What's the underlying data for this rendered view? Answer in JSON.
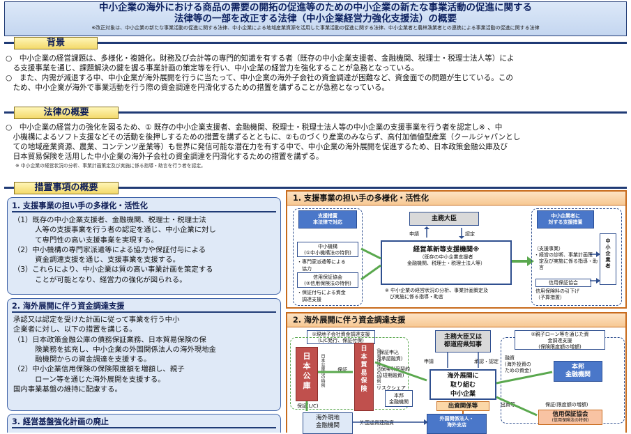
{
  "title": {
    "line1": "中小企業の海外における商品の需要の開拓の促進等のための中小企業の新たな事業活動の促進に関する",
    "line2": "法律等の一部を改正する法律（中小企業経営力強化支援法）の概要",
    "note": "※改正対象は、中小企業の新たな事業活動の促進に関する法律、中小企業による地域産業資源を活用した事業活動の促進に関する法律、中小企業者と農林漁業者との連携による事業活動の促進に関する法律"
  },
  "background": {
    "heading": "背景",
    "p1a": "○　中小企業の経営課題は、多様化・複雑化。財務及び会計等の専門的知識を有する者（既存の中小企業支援者、金融機関、税理士・税理士法人等）によ",
    "p1b": "　る支援事業を通じ、課題解決の鍵を握る事業計画の策定等を行い、中小企業の経営力を強化することが急務となっている。",
    "p2a": "○　また、内需が減退する中、中小企業が海外展開を行うに当たって、中小企業の海外子会社の資金調達が困難など、資金面での問題が生じている。この",
    "p2b": "　ため、中小企業が海外で事業活動を行う際の資金調達を円滑化するための措置を講ずることが急務となっている。"
  },
  "law": {
    "heading": "法律の概要",
    "p1": "○　中小企業の経営力の強化を図るため、① 既存の中小企業支援者、金融機関、税理士・税理士法人等の中小企業の支援事業を行う者を認定し※ 、中",
    "p2": "　小機構によるソフト支援などその活動を後押しするための措置を講ずるとともに、②ものづくり産業のみならず、高付加価値型産業（クールジャパンとし",
    "p3": "　ての地域産業資源、農業、コンテンツ産業等）も世界に発信可能な潜在力を有する中で、中小企業の海外展開を促進するため、日本政策金融公庫及び",
    "p4": "　日本貿易保険を活用した中小企業の海外子会社の資金調達を円滑化するための措置を講ずる。",
    "note": "※ 中小企業の経営状況の分析、事業計画策定及び実施に係る指導・助言を行う者を認定。"
  },
  "measures": {
    "heading": "措置事項の概要",
    "box1": {
      "title": "1. 支援事業の担い手の多様化・活性化",
      "l1": "（1）既存の中小企業支援者、金融機関、税理士・税理士法",
      "l2": "　　　人等の支援事業を行う者の認定を通じ、中小企業に対し",
      "l3": "　　　て専門性の高い支援事業を実現する。",
      "l4": "（2）中小機構の専門家派遣等による協力や保証付与による",
      "l5": "　　　資金調達支援を通じ、支援事業を支援する。",
      "l6": "（3）これらにより、中小企業は質の高い事業計画を策定する",
      "l7": "　　　ことが可能となり、経営力の強化が図られる。"
    },
    "box2": {
      "title": "2. 海外展開に伴う資金調達支援",
      "l1": "承認又は認定を受けた計画に従って事業を行う中小",
      "l2": "企業者に対し、以下の措置を講じる。",
      "l3": "（1）日本政策金融公庫の債務保証業務、日本貿易保険の保",
      "l4": "　　　険業務を拡充し、中小企業の外国関係法人の海外現地金",
      "l5": "　　　融機関からの資金調達を支援する。",
      "l6": "（2）中小企業信用保険の保険限度額を増額し、親子",
      "l7": "　　　ローン等を通じた海外展開を支援する。",
      "l8": "国内事業基盤の維持に配慮する。"
    },
    "box3": {
      "title": "3. 経営基盤強化計画の廃止"
    }
  },
  "diagram1": {
    "head": "1. 支援事業の担い手の多様化・活性化",
    "shien": "支援措置\n本法律で対応",
    "minister": "主務大臣",
    "shinsei": "申請",
    "nintei": "認定",
    "chusho_taisho": "中小企業者に\n対する支援措置",
    "kikou": "中小機構\n(①中小機構法の特例)",
    "kikou_note": "・専門家派遣等による\n　協力",
    "shinyou": "信用保証協会\n(②信用保険法の特例)",
    "shinyou_note": "・保証付与による資金\n　調達支援",
    "center_title": "経営革新等支援機関※",
    "center_sub": "（既存の中小企業支援者\n金融機関、税理士・税理士法人等）",
    "center_note": "※ 中小企業の経営状況の分析、事業計画策定及\n　び実施に係る指導・助言",
    "right_list": "（支援事業）\n・経営の診断、事業計画策\n　定及び実施に係る指導・助\n　言",
    "right_shinyou": "信用保証協会",
    "right_shinyou_note": "信用保険料の引下げ\n（予算措置）",
    "chusho": "中\n小\n企\n業\n者"
  },
  "diagram2": {
    "head": "2. 海外展開に伴う資金調達支援",
    "genchi": "①現地子会社資金調達支援\n(L/C発行、保証付保)",
    "jfc": "日\n本\n公\n庫",
    "jfc_sub": "日本公庫法の特例",
    "nexi": "日\n本\n貿\n易\n保\n険",
    "nexi_sub": "(貿易保険法の特例)",
    "hoken_shinsei": "保証申込\n(承認融資)",
    "hoshou_hikiuke": "保険引受契約\n(短期融資)",
    "hoshou": "保証",
    "risk": "リスクシェア",
    "honten": "本邦\n金融機関",
    "minister": "主務大臣又は\n都道府県知事",
    "shinsei": "申請",
    "shounin": "承認・認定",
    "center": "海外展開に\n取り組む\n中小企業",
    "shusshi": "出資関係等",
    "oyako": "②親子ローン等を通じた資\n金調達支援\n(保険限度額の増額)",
    "yuushi": "融資\n(海外投資の\nための資金)",
    "honpou": "本邦\n金融機関",
    "shusshi_lbl": "出資等",
    "hoshou_gendo": "保証(限度額の増額)",
    "shinyou_hoshou": "信用保証協会",
    "shinyou_sub": "(信用保険法の特例)",
    "lc": "保証(L/C)",
    "kaigai_kinyu": "海外現地\n金融機関",
    "gaika": "外国通貨建融資",
    "gaikoku_houjin": "外国関係法人・\n海外支店"
  },
  "colors": {
    "navy": "#1f3a75",
    "orange": "#c86b1c",
    "blue": "#4a77c9",
    "green": "#5aa84e",
    "red": "#c0504d"
  }
}
